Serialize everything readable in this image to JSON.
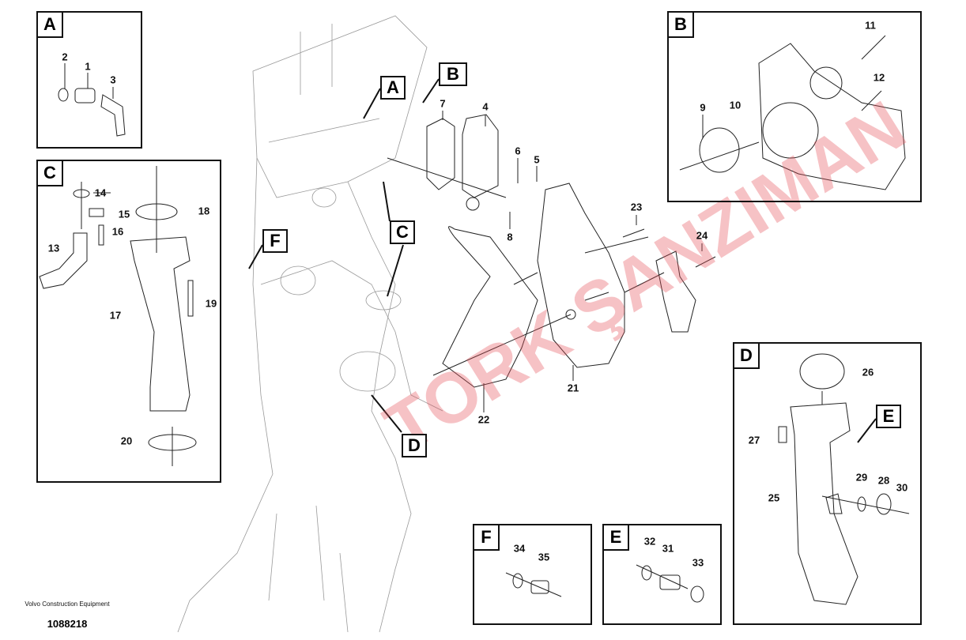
{
  "diagram": {
    "publisher": "Volvo Construction Equipment",
    "document_number": "1088218",
    "watermark": "TORK ŞANZIMAN",
    "insets": {
      "A": {
        "letter": "A",
        "parts": [
          "2",
          "1",
          "3"
        ]
      },
      "B": {
        "letter": "B",
        "parts": [
          "11",
          "12",
          "10",
          "9"
        ]
      },
      "C": {
        "letter": "C",
        "parts": [
          "14",
          "15",
          "16",
          "13",
          "18",
          "19",
          "17",
          "20"
        ]
      },
      "D": {
        "letter": "D",
        "parts": [
          "26",
          "27",
          "25",
          "29",
          "28",
          "30"
        ]
      },
      "E": {
        "letter": "E",
        "parts": [
          "32",
          "31",
          "33"
        ]
      },
      "F": {
        "letter": "F",
        "parts": [
          "34",
          "35"
        ]
      }
    },
    "main_callouts": [
      "A",
      "B",
      "C",
      "D",
      "F",
      "E"
    ],
    "main_parts": [
      "7",
      "4",
      "6",
      "5",
      "8",
      "23",
      "24",
      "21",
      "22"
    ]
  }
}
